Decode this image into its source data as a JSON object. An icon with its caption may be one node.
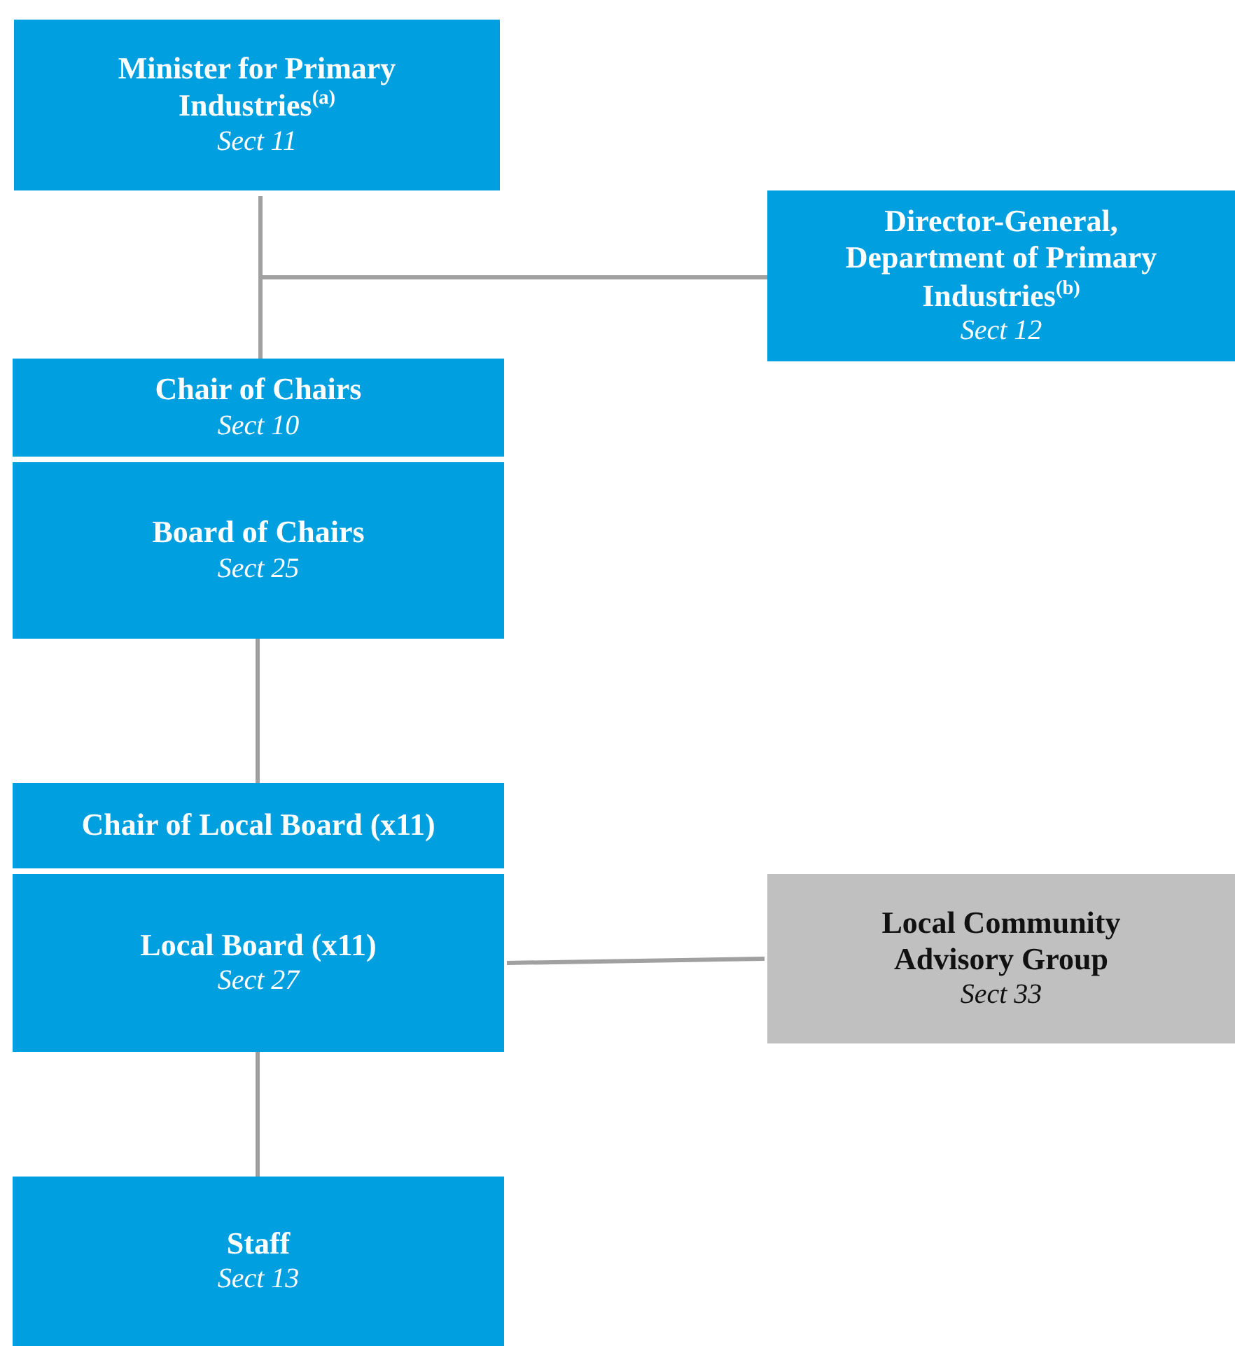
{
  "diagram": {
    "nodes": [
      {
        "text": [
          "Minister for Primary Industries$^{(a)}$",
          "Sect 11"
        ]
      },
      {
        "text": [
          "Director-General, Department of Primary Industries$^{(b)}$",
          "Sect 12"
        ]
      },
      {
        "text": [
          "Chair of Chairs",
          "Sect 10"
        ]
      },
      {
        "text": [
          "Board of Chairs",
          "Sect 25"
        ]
      },
      {
        "text": [
          "Chair of Local Board (x11)"
        ]
      },
      {
        "text": [
          "Local Board (x11)",
          "Sect 27"
        ]
      },
      {
        "text": [
          "Local Community Advisory Group",
          "Sect 33"
        ]
      },
      {
        "text": [
          "Staff",
          "Sect 13"
        ]
      }
    ],
    "edges": [
      {
        "from": 0,
        "to": 2,
        "arrow": "none"
      },
      {
        "from": 0,
        "to": 1,
        "arrow": "none"
      },
      {
        "from": 3,
        "to": 4,
        "arrow": "none"
      },
      {
        "from": 5,
        "to": 6,
        "arrow": "none"
      },
      {
        "from": 5,
        "to": 7,
        "arrow": "none"
      }
    ]
  }
}
